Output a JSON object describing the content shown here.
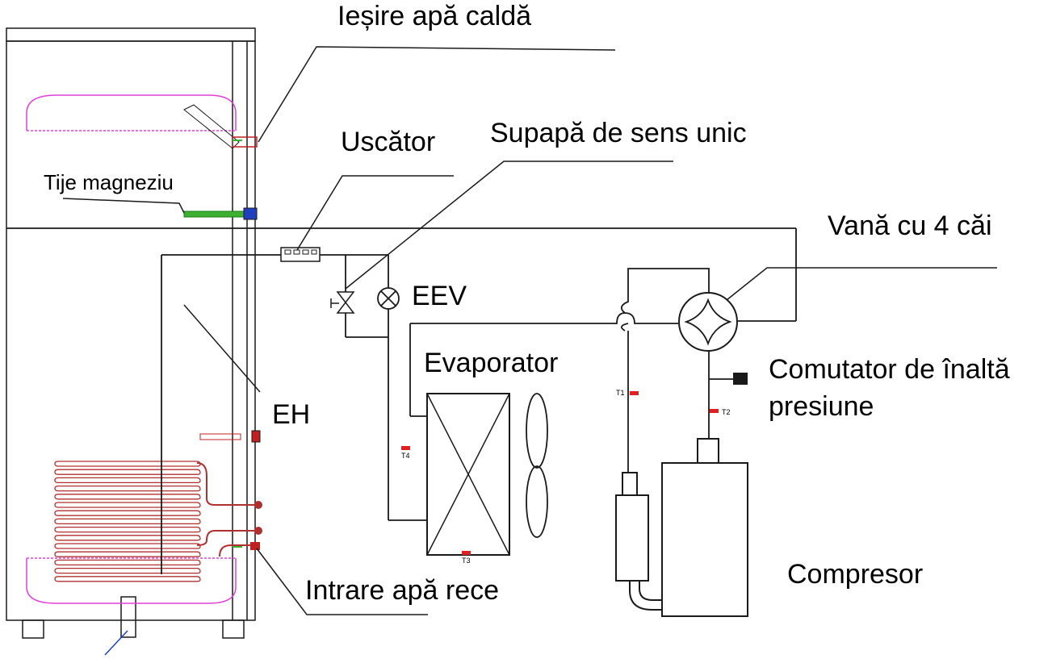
{
  "labels": {
    "hot_water_outlet": "Ieșire apă caldă",
    "dryer": "Uscător",
    "check_valve": "Supapă de sens unic",
    "magnesium_rod": "Tije magneziu",
    "four_way_valve": "Vană cu 4 căi",
    "eev": "EEV",
    "evaporator": "Evaporator",
    "high_pressure_switch_line1": "Comutator de înaltă",
    "high_pressure_switch_line2": "presiune",
    "eh": "EH",
    "compressor": "Compresor",
    "cold_water_inlet": "Intrare apă rece"
  },
  "sensors": {
    "t1": "T1",
    "t2": "T2",
    "t3": "T3",
    "t4": "T4"
  },
  "colors": {
    "line": "#1a1a1a",
    "tank_inner": "#e040d8",
    "sensor": "#e02020",
    "coil": "#b03030",
    "magnesium_rod": "#3cb030",
    "fitting_blue": "#2040c0"
  }
}
